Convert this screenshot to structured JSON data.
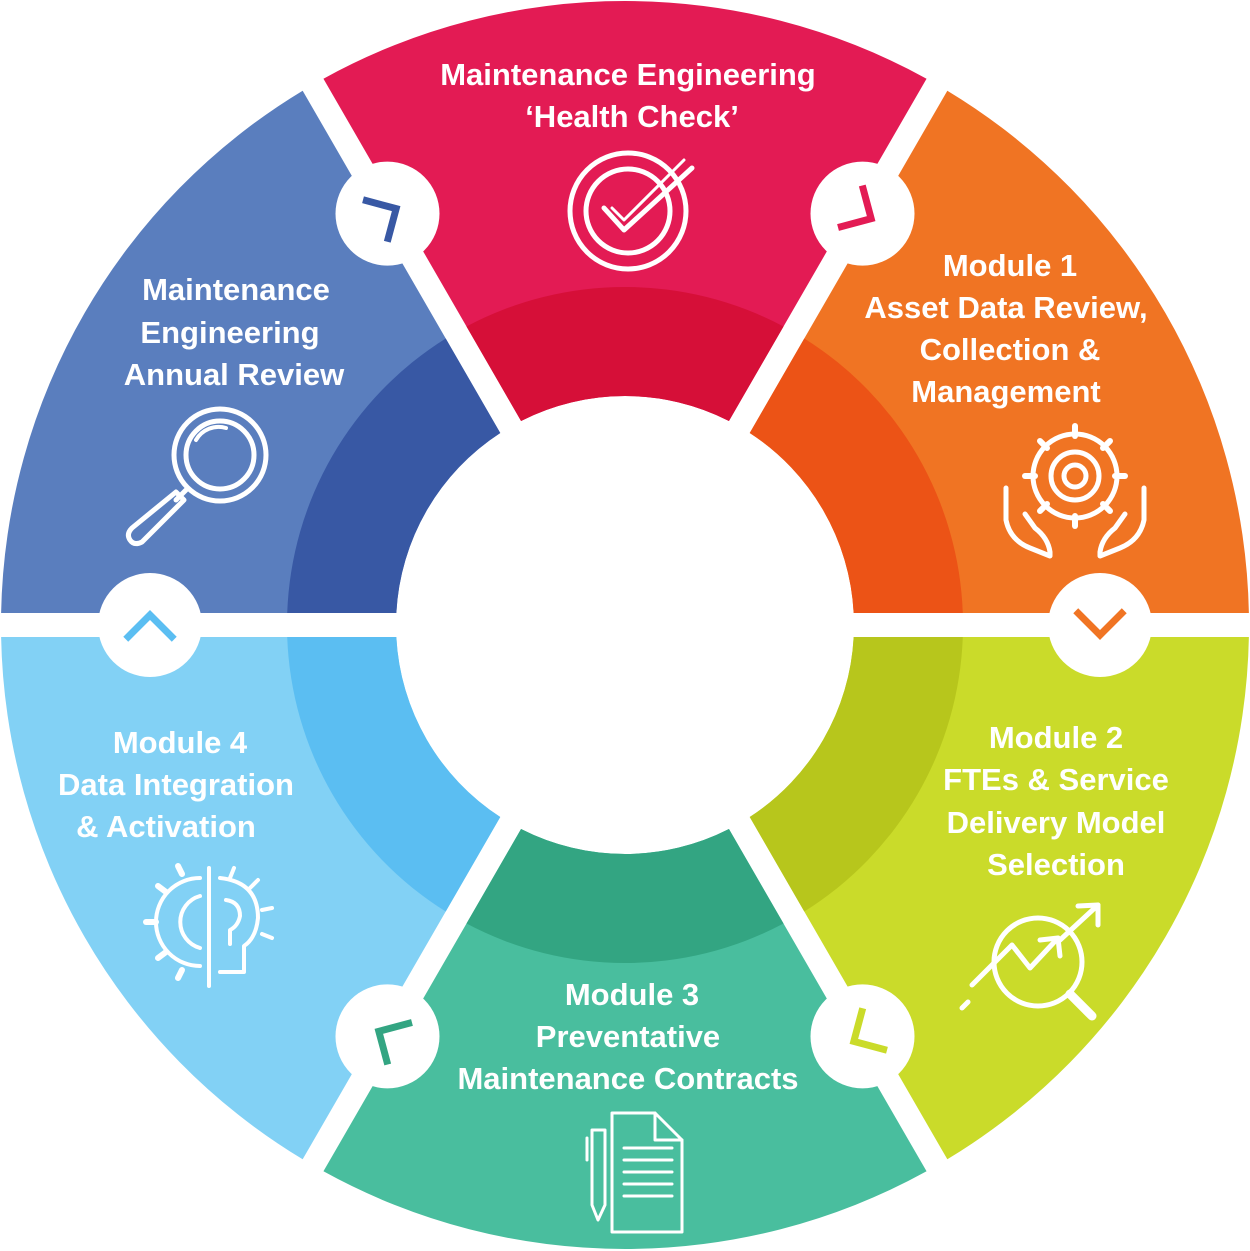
{
  "segments": [
    {
      "id": "health-check",
      "lines": [
        "Maintenance Engineering",
        "‘Health Check’"
      ],
      "outer_color": "#E31B54",
      "inner_color": "#D60F38",
      "icon": "check-target-icon"
    },
    {
      "id": "module-1",
      "lines": [
        "Module 1",
        "Asset Data Review,",
        "Collection &",
        "Management"
      ],
      "outer_color": "#F07423",
      "inner_color": "#EC5316",
      "icon": "gear-in-hands-icon"
    },
    {
      "id": "module-2",
      "lines": [
        "Module 2",
        "FTEs & Service",
        "Delivery Model",
        "Selection"
      ],
      "outer_color": "#CADB2A",
      "inner_color": "#B7C61C",
      "icon": "growth-analysis-icon"
    },
    {
      "id": "module-3",
      "lines": [
        "Module 3",
        "Preventative",
        "Maintenance Contracts"
      ],
      "outer_color": "#49BE9E",
      "inner_color": "#33A582",
      "icon": "document-pen-icon"
    },
    {
      "id": "module-4",
      "lines": [
        "Module 4",
        "Data Integration",
        "& Activation"
      ],
      "outer_color": "#82D1F5",
      "inner_color": "#5BBEF2",
      "icon": "gear-lightbulb-icon"
    },
    {
      "id": "annual-review",
      "lines": [
        "Maintenance",
        "Engineering",
        "Annual Review"
      ],
      "outer_color": "#5A7EBE",
      "inner_color": "#3858A4",
      "icon": "magnifier-icon"
    }
  ],
  "connectors": [
    {
      "id": "health-to-m1",
      "color": "#E31B54",
      "icon": "chevron-arrow-icon"
    },
    {
      "id": "m1-to-m2",
      "color": "#F07423",
      "icon": "chevron-down-icon"
    },
    {
      "id": "m2-to-m3",
      "color": "#CADB2A",
      "icon": "chevron-arrow-icon"
    },
    {
      "id": "m3-to-m4",
      "color": "#33A582",
      "icon": "chevron-arrow-icon"
    },
    {
      "id": "m4-to-review",
      "color": "#5BBEF2",
      "icon": "chevron-up-icon"
    },
    {
      "id": "review-to-health",
      "color": "#3858A4",
      "icon": "chevron-arrow-icon"
    }
  ]
}
